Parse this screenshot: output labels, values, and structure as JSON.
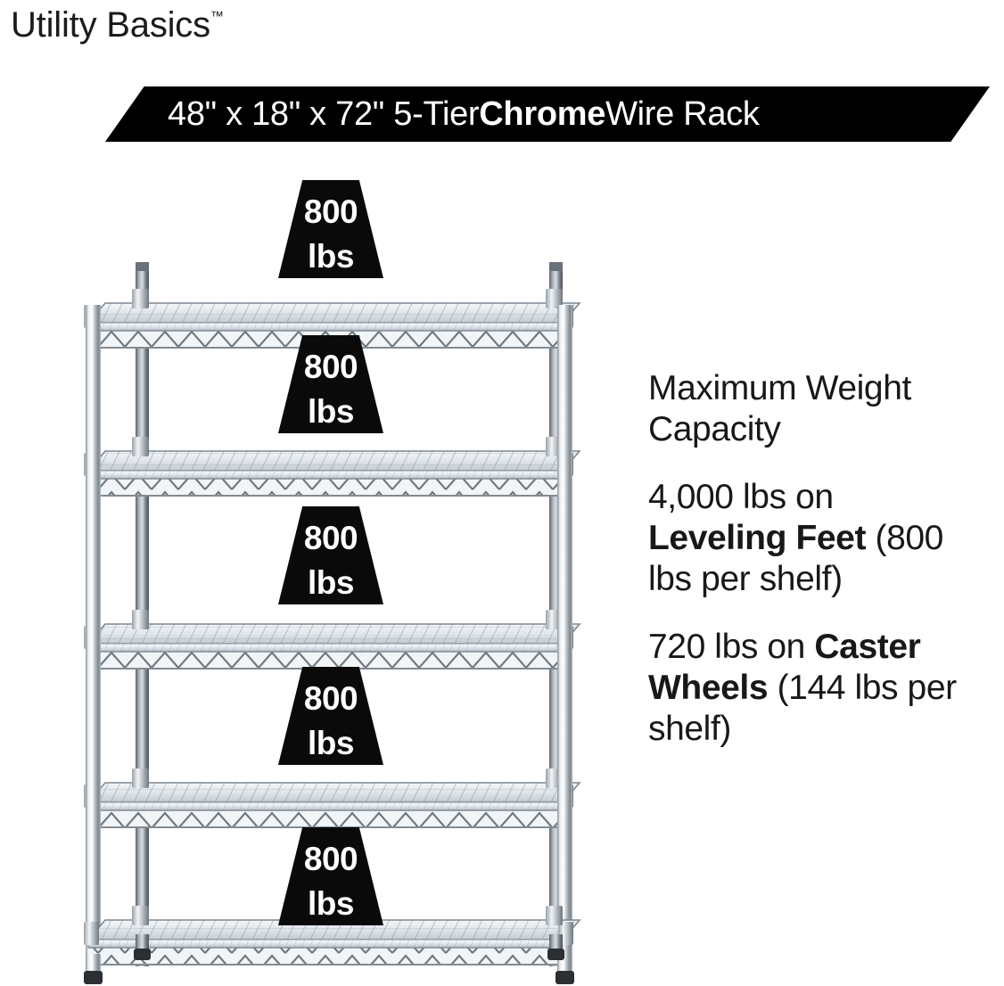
{
  "brand": {
    "name": "Utility Basics",
    "trademark": "™"
  },
  "banner": {
    "dimensions": "48\" x 18\" x 72\" 5-Tier ",
    "emphasis": "Chrome",
    "suffix": " Wire Rack",
    "background_color": "#000000",
    "text_color": "#ffffff"
  },
  "capacity": {
    "heading": "Maximum Weight Capacity",
    "leveling_prefix": "4,000 lbs on ",
    "leveling_bold": "Leveling Feet",
    "leveling_suffix": " (800 lbs per shelf)",
    "caster_prefix": "720 lbs on ",
    "caster_bold": "Caster Wheels",
    "caster_suffix": " (144 lbs per shelf)"
  },
  "rack": {
    "product_name": "5-Tier Chrome Wire Rack",
    "tier_count": 5,
    "chrome_color": "#c9ced3",
    "shelf_badges": [
      {
        "value": "800",
        "unit": "lbs"
      },
      {
        "value": "800",
        "unit": "lbs"
      },
      {
        "value": "800",
        "unit": "lbs"
      },
      {
        "value": "800",
        "unit": "lbs"
      },
      {
        "value": "800",
        "unit": "lbs"
      }
    ]
  }
}
